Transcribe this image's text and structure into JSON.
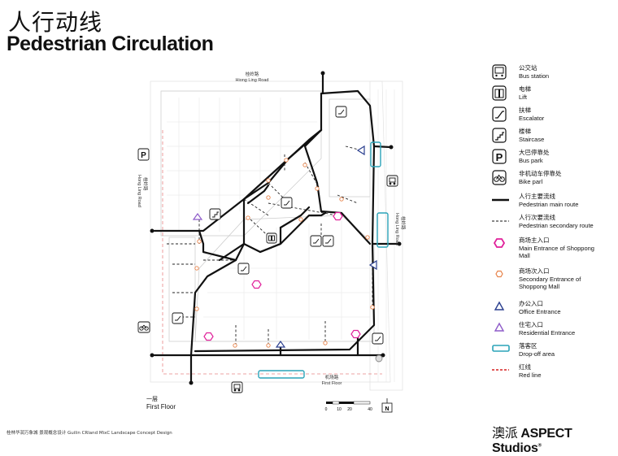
{
  "title": {
    "cn": "人行动线",
    "en": "Pedestrian Circulation"
  },
  "plan": {
    "top_road_cn": "桂岭路",
    "top_road_en": "Hiong Ling Road",
    "left_road_cn": "桂岭路",
    "left_road_en": "Hong Ling Road",
    "right_road_cn": "桂岭路",
    "right_road_en": "Hong Ling Road",
    "bottom_road_cn": "机场路",
    "bottom_road_en": "First Floor",
    "floor_cn": "一层",
    "floor_en": "First Floor",
    "scale_labels": [
      "0",
      "10",
      "20",
      "40"
    ],
    "north_label": "N"
  },
  "legend": [
    {
      "icon": "bus-icon",
      "cn": "公交站",
      "en": "Bus station"
    },
    {
      "icon": "lift-icon",
      "cn": "电梯",
      "en": "Lift"
    },
    {
      "icon": "escalator-icon",
      "cn": "扶梯",
      "en": "Escalator"
    },
    {
      "icon": "staircase-icon",
      "cn": "楼梯",
      "en": "Staircase"
    },
    {
      "icon": "bus-park-icon",
      "cn": "大巴停靠处",
      "en": "Bus park"
    },
    {
      "icon": "bike-park-icon",
      "cn": "非机动车停靠处",
      "en": "Bike parl"
    },
    {
      "icon": "main-route-line",
      "cn": "人行主要流线",
      "en": "Pedestrian main route"
    },
    {
      "icon": "secondary-route-line",
      "cn": "人行次要流线",
      "en": "Pedestrian secondary route"
    },
    {
      "icon": "main-entrance-hexagon",
      "cn": "商场主入口",
      "en": "Main Entrance of Shoppong Mall"
    },
    {
      "icon": "secondary-entrance-hexagon",
      "cn": "商场次入口",
      "en": "Secondary Entrance of Shoppong Mall"
    },
    {
      "icon": "office-entrance-triangle",
      "cn": "办公入口",
      "en": "Office Entrance"
    },
    {
      "icon": "residential-entrance-triangle",
      "cn": "住宅入口",
      "en": "Residential Entrance"
    },
    {
      "icon": "drop-off-rectangle",
      "cn": "落客区",
      "en": "Drop-off area"
    },
    {
      "icon": "red-line",
      "cn": "红线",
      "en": "Red line"
    }
  ],
  "colors": {
    "main_route": "#111111",
    "main_entrance": "#e0219a",
    "secondary_entrance": "#e8834a",
    "office_entrance": "#2b3f8f",
    "residential_entrance": "#8e5bc9",
    "drop_off": "#2aa3b8",
    "red_line": "#d62020"
  },
  "footer": {
    "project": "桂林华润万象城  景观概念设计  Guilin CRland MixC Landscape Concept Design",
    "logo_cn": "澳派",
    "logo_en": "ASPECT Studios",
    "logo_mark": "®"
  }
}
